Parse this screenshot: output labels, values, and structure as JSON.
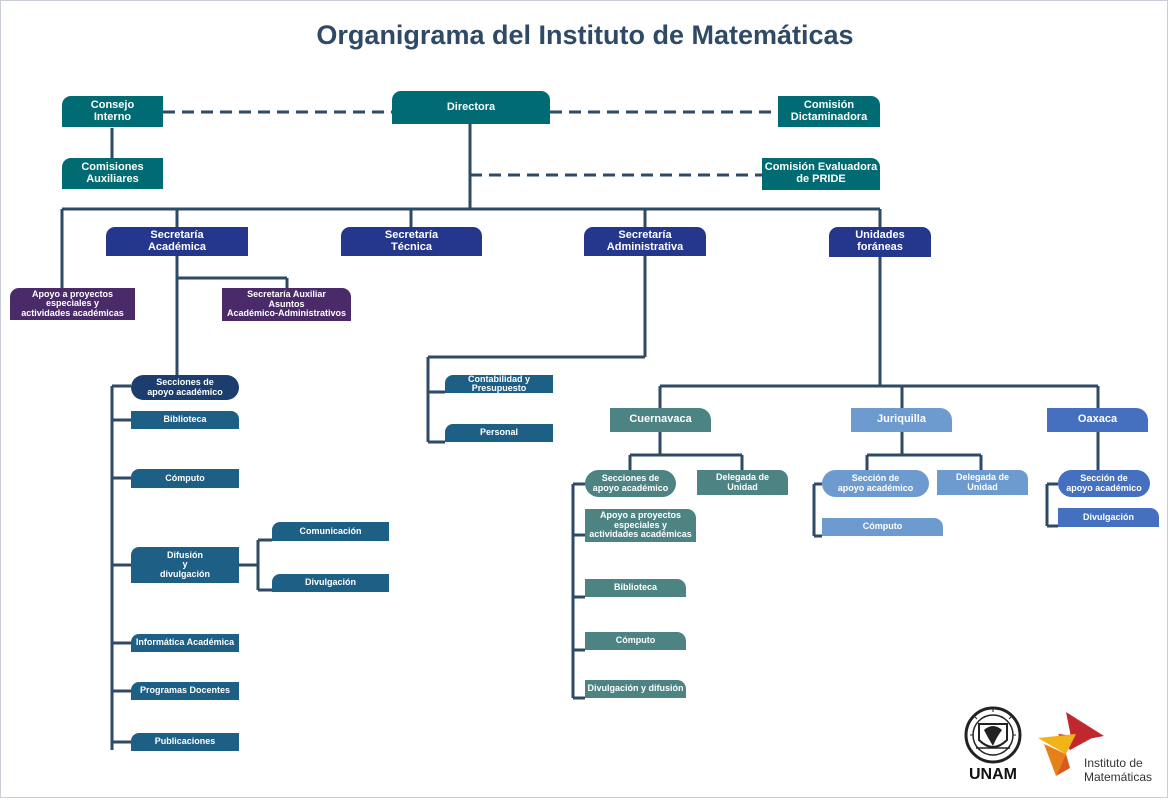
{
  "title": "Organigrama del Instituto de Matemáticas",
  "top": {
    "consejo": "Consejo\nInterno",
    "directora": "Directora",
    "dictaminadora": "Comisión\nDictaminadora",
    "comisiones": "Comisiones\nAuxiliares",
    "pride": "Comisión Evaluadora\nde PRIDE"
  },
  "secretarias": {
    "academica": "Secretaría\nAcadémica",
    "tecnica": "Secretaría\nTécnica",
    "administrativa": "Secretaría\nAdministrativa",
    "unidades": "Unidades\nforáneas"
  },
  "academica_branch": {
    "apoyo": "Apoyo a proyectos\nespeciales y\nactividades académicas",
    "auxiliar": "Secretaría  Auxiliar\nAsuntos\nAcadémico-Administrativos",
    "secciones": "Secciones de\napoyo académico",
    "items": {
      "biblioteca": "Biblioteca",
      "computo": "Cómputo",
      "difusion": "Difusión\ny\ndivulgación",
      "informatica": "Informática Académica",
      "programas": "Programas Docentes",
      "publicaciones": "Publicaciones"
    },
    "difusion_children": {
      "comunicacion": "Comunicación",
      "divulgacion": "Divulgación"
    }
  },
  "administrativa_branch": {
    "contabilidad": "Contabilidad y Presupuesto",
    "personal": "Personal"
  },
  "unidades_branch": {
    "cuernavaca": {
      "label": "Cuernavaca",
      "secciones": "Secciones de\napoyo académico",
      "delegada": "Delegada de\nUnidad",
      "items": {
        "apoyo": "Apoyo a proyectos\nespeciales y\nactividades académicas",
        "biblioteca": "Biblioteca",
        "computo": "Cómputo",
        "divulgacion": "Divulgación y difusión"
      }
    },
    "juriquilla": {
      "label": "Juriquilla",
      "seccion": "Sección de\napoyo académico",
      "delegada": "Delegada de\nUnidad",
      "computo": "Cómputo"
    },
    "oaxaca": {
      "label": "Oaxaca",
      "seccion": "Sección de\napoyo académico",
      "divulgacion": "Divulgación"
    }
  },
  "logos": {
    "unam": "UNAM",
    "im_line1": "Instituto de",
    "im_line2": "Matemáticas"
  },
  "colors": {
    "title": "#2e4a66",
    "lines": "#2e4a66",
    "teal": "#006b72",
    "navy": "#25378c",
    "purple": "#4a2a68",
    "blue": "#1e5f85",
    "green_teal": "#4e8383",
    "sky": "#6d9bd0",
    "royal": "#4470bf"
  }
}
